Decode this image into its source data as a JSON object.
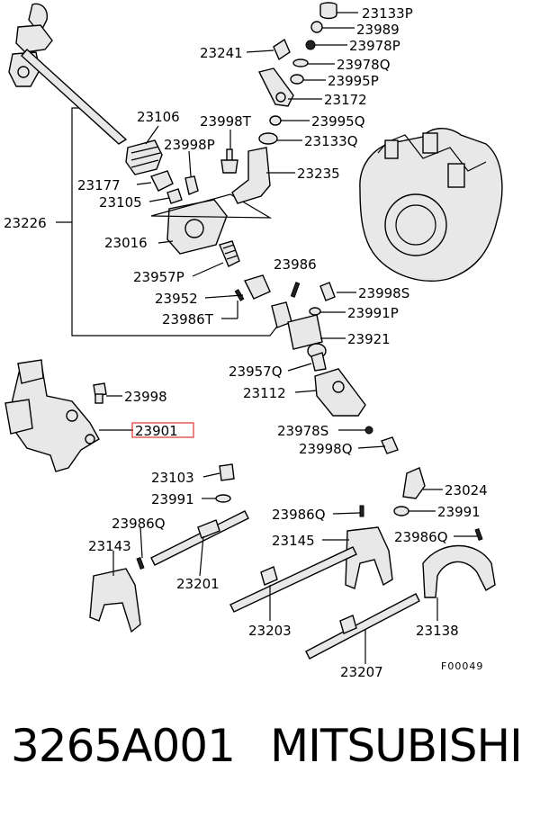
{
  "callouts": [
    {
      "id": "c23133P",
      "text": "23133P"
    },
    {
      "id": "c23989",
      "text": "23989"
    },
    {
      "id": "c23241",
      "text": "23241"
    },
    {
      "id": "c23978P",
      "text": "23978P"
    },
    {
      "id": "c23978Q",
      "text": "23978Q"
    },
    {
      "id": "c23995P",
      "text": "23995P"
    },
    {
      "id": "c23172",
      "text": "23172"
    },
    {
      "id": "c23106",
      "text": "23106"
    },
    {
      "id": "c23998T",
      "text": "23998T"
    },
    {
      "id": "c23995Q",
      "text": "23995Q"
    },
    {
      "id": "c23998P",
      "text": "23998P"
    },
    {
      "id": "c23133Q",
      "text": "23133Q"
    },
    {
      "id": "c23235",
      "text": "23235"
    },
    {
      "id": "c23177",
      "text": "23177"
    },
    {
      "id": "c23105",
      "text": "23105"
    },
    {
      "id": "c23226",
      "text": "23226"
    },
    {
      "id": "c23016",
      "text": "23016"
    },
    {
      "id": "c23986",
      "text": "23986"
    },
    {
      "id": "c23957P",
      "text": "23957P"
    },
    {
      "id": "c23998S",
      "text": "23998S"
    },
    {
      "id": "c23952",
      "text": "23952"
    },
    {
      "id": "c23991P",
      "text": "23991P"
    },
    {
      "id": "c23986T",
      "text": "23986T"
    },
    {
      "id": "c23921",
      "text": "23921"
    },
    {
      "id": "c23957Q",
      "text": "23957Q"
    },
    {
      "id": "c23112",
      "text": "23112"
    },
    {
      "id": "c23998",
      "text": "23998"
    },
    {
      "id": "c23901",
      "text": "23901"
    },
    {
      "id": "c23978S",
      "text": "23978S"
    },
    {
      "id": "c23998Q",
      "text": "23998Q"
    },
    {
      "id": "c23103",
      "text": "23103"
    },
    {
      "id": "c23024",
      "text": "23024"
    },
    {
      "id": "c23991a",
      "text": "23991"
    },
    {
      "id": "c23991b",
      "text": "23991"
    },
    {
      "id": "c23986Qa",
      "text": "23986Q"
    },
    {
      "id": "c23986Qb",
      "text": "23986Q"
    },
    {
      "id": "c23986Qc",
      "text": "23986Q"
    },
    {
      "id": "c23143",
      "text": "23143"
    },
    {
      "id": "c23145",
      "text": "23145"
    },
    {
      "id": "c23201",
      "text": "23201"
    },
    {
      "id": "c23203",
      "text": "23203"
    },
    {
      "id": "c23138",
      "text": "23138"
    },
    {
      "id": "c23207",
      "text": "23207"
    }
  ],
  "figure_code": "F00049",
  "highlight_color": "#e0322f",
  "part_number": "3265A001",
  "brand": "MITSUBISHI"
}
